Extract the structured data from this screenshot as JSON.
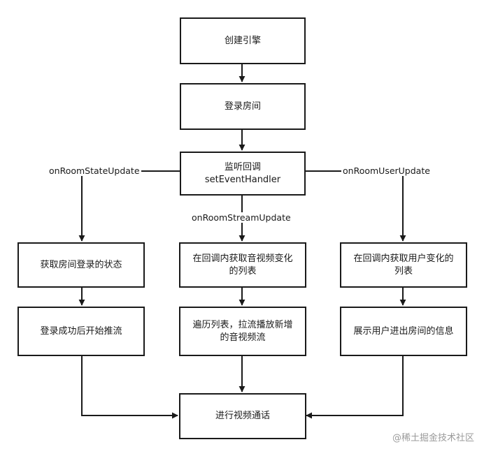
{
  "nodes": {
    "create_engine": "创建引擎",
    "login_room": "登录房间",
    "listen_callback_line1": "监听回调",
    "listen_callback_line2": "setEventHandler",
    "get_login_state": "获取房间登录的状态",
    "start_publish": "登录成功后开始推流",
    "get_stream_list_line1": "在回调内获取音视频变化",
    "get_stream_list_line2": "的列表",
    "play_streams_line1": "遍历列表，拉流播放新增",
    "play_streams_line2": "的音视频流",
    "get_user_list_line1": "在回调内获取用户变化的",
    "get_user_list_line2": "列表",
    "show_user_info": "展示用户进出房间的信息",
    "video_call": "进行视频通话"
  },
  "edges": {
    "room_state": "onRoomStateUpdate",
    "room_stream": "onRoomStreamUpdate",
    "room_user": "onRoomUserUpdate"
  },
  "watermark": "@稀土掘金技术社区"
}
